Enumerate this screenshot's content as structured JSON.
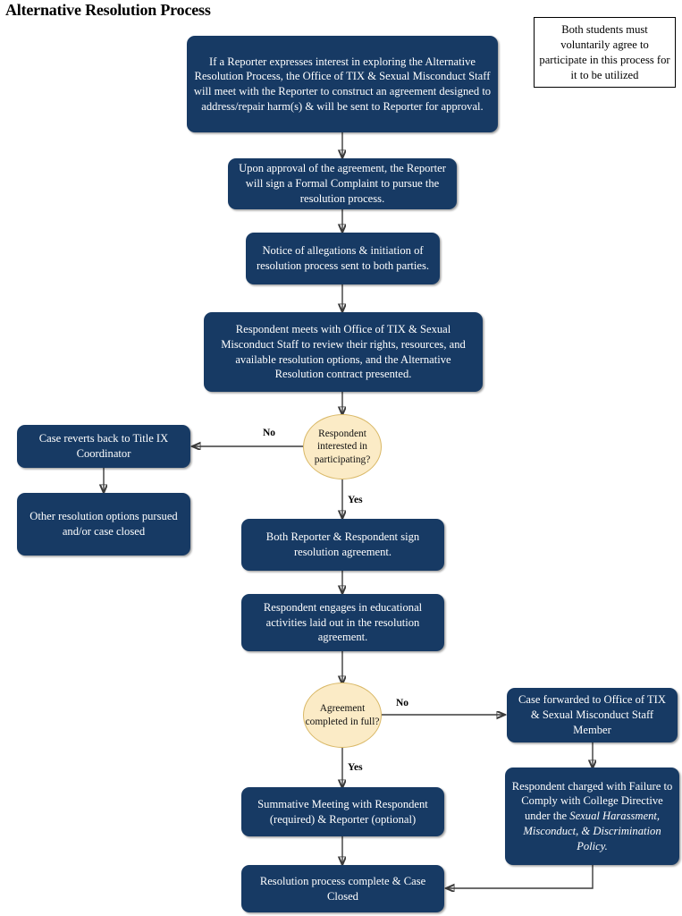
{
  "page": {
    "title": "Alternative Resolution Process",
    "colors": {
      "process_fill": "#173A64",
      "process_text": "#FFFFFF",
      "decision_fill": "#FBEBC6",
      "decision_border": "#D9B866",
      "note_border": "#000000",
      "connector": "#3B3B3B",
      "background": "#FFFFFF"
    }
  },
  "note": {
    "text": "Both students must voluntarily agree to participate in this process for it to be utilized"
  },
  "nodes": {
    "start": {
      "type": "process",
      "text": "If a Reporter expresses interest in exploring the Alternative Resolution Process, the Office of TIX & Sexual Misconduct Staff will meet with the Reporter to construct an agreement designed to address/repair harm(s) & will be sent to Reporter for approval."
    },
    "formal_complaint": {
      "type": "process",
      "text": "Upon approval of the agreement, the Reporter will sign a Formal Complaint to pursue the resolution process."
    },
    "notice": {
      "type": "process",
      "text": "Notice of allegations & initiation of resolution process sent to both parties."
    },
    "respondent_meets": {
      "type": "process",
      "text": "Respondent meets with Office of TIX & Sexual Misconduct Staff to review their rights, resources, and available resolution options, and the Alternative Resolution contract presented."
    },
    "decision_interested": {
      "type": "decision",
      "text": "Respondent interested in participating?"
    },
    "revert_title_ix": {
      "type": "process",
      "text": "Case reverts back to Title IX Coordinator"
    },
    "other_options": {
      "type": "process",
      "text": "Other resolution options pursued and/or case closed"
    },
    "both_sign": {
      "type": "process",
      "text": "Both Reporter & Respondent sign resolution agreement."
    },
    "educational_activities": {
      "type": "process",
      "text": "Respondent engages in educational activities laid out in the resolution agreement."
    },
    "decision_completed": {
      "type": "decision",
      "text": "Agreement completed in full?"
    },
    "case_forwarded": {
      "type": "process",
      "text": "Case forwarded to Office of TIX & Sexual Misconduct Staff Member"
    },
    "charged_failure": {
      "type": "process",
      "text_plain_1": "Respondent charged with Failure to Comply with College Directive under the ",
      "text_italic": "Sexual Harassment, Misconduct, & Discrimination Policy."
    },
    "summative_meeting": {
      "type": "process",
      "text": "Summative Meeting with Respondent (required) & Reporter (optional)"
    },
    "complete_closed": {
      "type": "process",
      "text": "Resolution process complete & Case Closed"
    }
  },
  "edge_labels": {
    "interested_no": "No",
    "interested_yes": "Yes",
    "completed_no": "No",
    "completed_yes": "Yes"
  }
}
